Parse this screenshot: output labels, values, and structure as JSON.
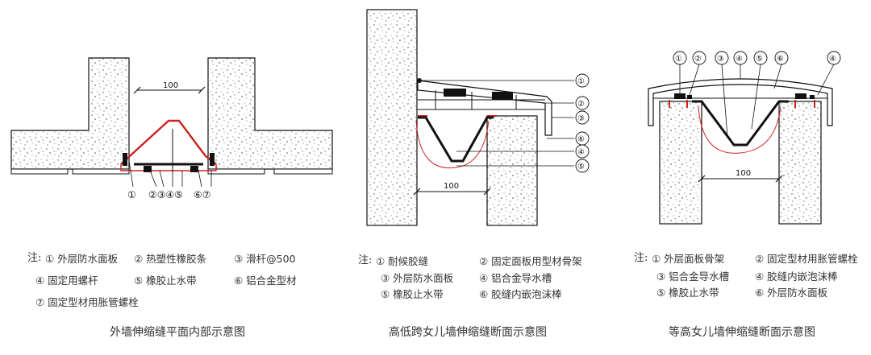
{
  "figures": [
    {
      "dimension_label": "100",
      "callout_numbers": [
        "①",
        "②③④⑤",
        "⑥⑦"
      ],
      "note_lead": "注:",
      "notes": [
        "① 外层防水面板",
        "② 热塑性橡胶条",
        "③ 滑杆@500",
        "④ 固定用螺杆",
        "⑤ 橡胶止水带",
        "⑥ 铝合金型材",
        "⑦ 固定型材用胀管螺栓"
      ],
      "caption": "外墙伸缩缝平面内部示意图"
    },
    {
      "dimension_label": "100",
      "callout_numbers": [
        "①",
        "②",
        "③",
        "⑥",
        "④",
        "⑤"
      ],
      "note_lead": "注:",
      "notes": [
        "① 耐候胶缝",
        "② 固定面板用型材骨架",
        "③ 外层防水面板",
        "④ 铝合金导水槽",
        "⑤ 橡胶止水带",
        "⑥ 胶缝内嵌泡沫棒"
      ],
      "caption": "高低跨女儿墙伸缩缝断面示意图"
    },
    {
      "dimension_label": "100",
      "callout_numbers": [
        "①",
        "②",
        "③",
        "④",
        "⑤",
        "⑥",
        "④"
      ],
      "note_lead": "注:",
      "notes": [
        "① 外层面板骨架",
        "② 固定型材用胀管螺栓",
        "③ 铝合金导水槽",
        "④ 胶缝内嵌泡沫棒",
        "⑤ 橡胶止水带",
        "⑥ 外层防水面板"
      ],
      "caption": "等高女儿墙伸缩缝断面示意图"
    }
  ],
  "colors": {
    "line": "#111111",
    "accent_red": "#cc2222",
    "note_text": "#333333"
  }
}
